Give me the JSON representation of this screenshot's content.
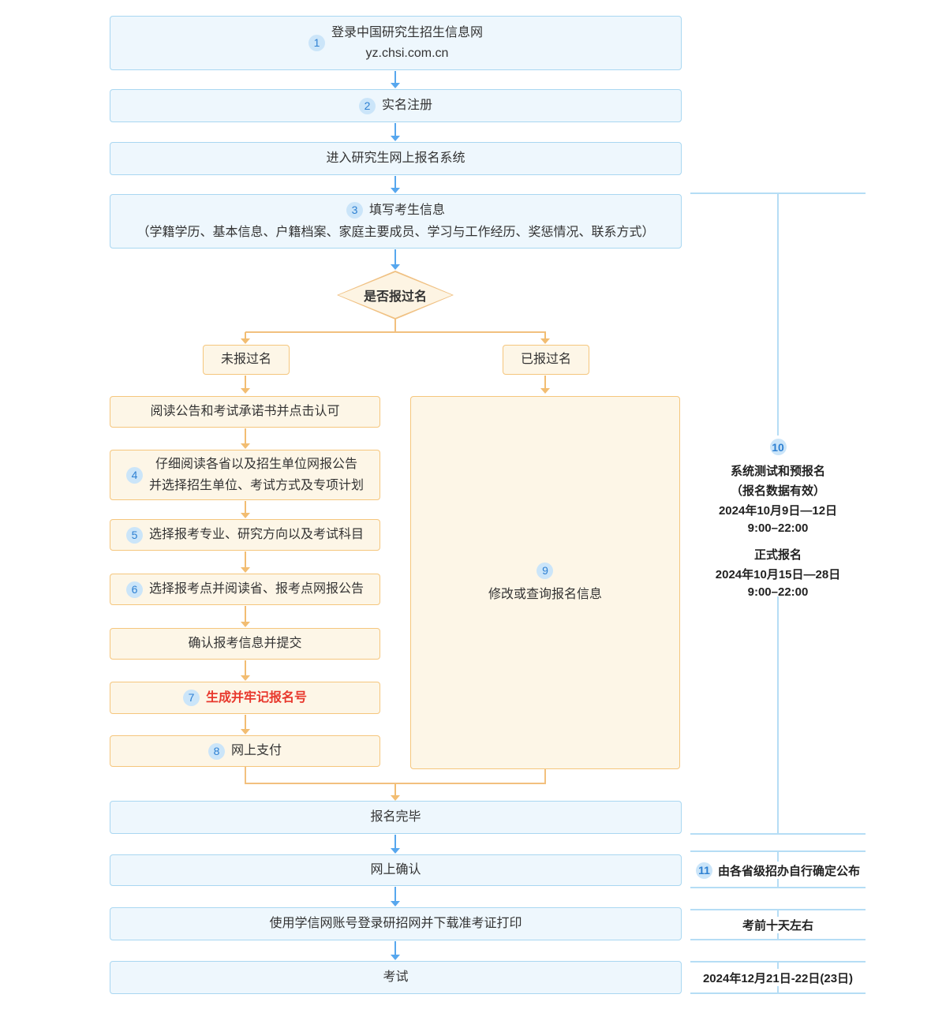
{
  "colors": {
    "box_blue_fill": "#eef7fd",
    "box_blue_border": "#a9d7f1",
    "box_orange_fill": "#fdf6e7",
    "box_orange_border": "#f5c67d",
    "arrow_blue": "#57a7ee",
    "arrow_orange": "#f2bd72",
    "badge_bg": "#cbe5f9",
    "badge_text": "#2e80d2",
    "highlight_red": "#e8382d",
    "timeline_line": "#b5ddf5"
  },
  "flow": {
    "step1": {
      "badge": "1",
      "title": "登录中国研究生招生信息网",
      "url": "yz.chsi.com.cn"
    },
    "step2": {
      "badge": "2",
      "label": "实名注册"
    },
    "enter_system": {
      "label": "进入研究生网上报名系统"
    },
    "step3": {
      "badge": "3",
      "title": "填写考生信息",
      "detail": "（学籍学历、基本信息、户籍档案、家庭主要成员、学习与工作经历、奖惩情况、联系方式）"
    },
    "decision": {
      "label": "是否报过名"
    },
    "branch_no": {
      "label": "未报过名"
    },
    "branch_yes": {
      "label": "已报过名"
    },
    "left_steps": [
      {
        "label": "阅读公告和考试承诺书并点击认可"
      },
      {
        "badge": "4",
        "line1": "仔细阅读各省以及招生单位网报公告",
        "line2": "并选择招生单位、考试方式及专项计划"
      },
      {
        "badge": "5",
        "label": "选择报考专业、研究方向以及考试科目"
      },
      {
        "badge": "6",
        "label": "选择报考点并阅读省、报考点网报公告"
      },
      {
        "label": "确认报考信息并提交"
      },
      {
        "badge": "7",
        "label": "生成并牢记报名号"
      },
      {
        "badge": "8",
        "label": "网上支付"
      }
    ],
    "modify": {
      "badge": "9",
      "label": "修改或查询报名信息"
    },
    "finish": {
      "label": "报名完毕"
    },
    "online_confirm": {
      "label": "网上确认"
    },
    "admission_ticket": {
      "label": "使用学信网账号登录研招网并下载准考证打印"
    },
    "exam": {
      "label": "考试"
    }
  },
  "timeline": {
    "registration_period": {
      "badge": "10",
      "pre_title": "系统测试和预报名",
      "pre_note": "（报名数据有效）",
      "pre_date": "2024年10月9日—12日",
      "pre_time": "9:00–22:00",
      "official_title": "正式报名",
      "official_date": "2024年10月15日—28日",
      "official_time": "9:00–22:00"
    },
    "confirm_note": {
      "badge": "11",
      "label": "由各省级招办自行确定公布"
    },
    "ticket_note": {
      "label": "考前十天左右"
    },
    "exam_date": {
      "label": "2024年12月21日-22日(23日)"
    }
  }
}
